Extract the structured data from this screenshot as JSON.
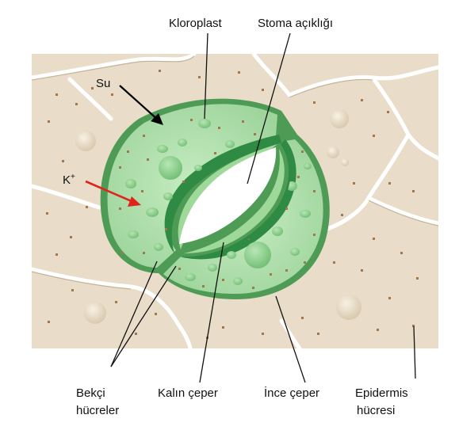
{
  "colors": {
    "epidermis_fill": "#e9ddc9",
    "epidermis_wall": "#ffffff",
    "guard_cell_fill": "#a7dca4",
    "guard_cell_edge": "#4e9b56",
    "thick_wall": "#2f8a43",
    "pore": "#ffffff",
    "chloroplast": "#77c47b",
    "dot": "#a3774c",
    "arrow_water": "#000000",
    "arrow_potassium": "#e0241b"
  },
  "labels": {
    "chloroplast": "Kloroplast",
    "stoma_opening": "Stoma açıklığı",
    "water": "Su",
    "potassium": "K",
    "potassium_sup": "+",
    "guard_cells_line1": "Bekçi",
    "guard_cells_line2": "hücreler",
    "thick_wall": "Kalın çeper",
    "thin_wall": "İnce çeper",
    "epidermis_line1": "Epidermis",
    "epidermis_line2": "hücresi"
  }
}
